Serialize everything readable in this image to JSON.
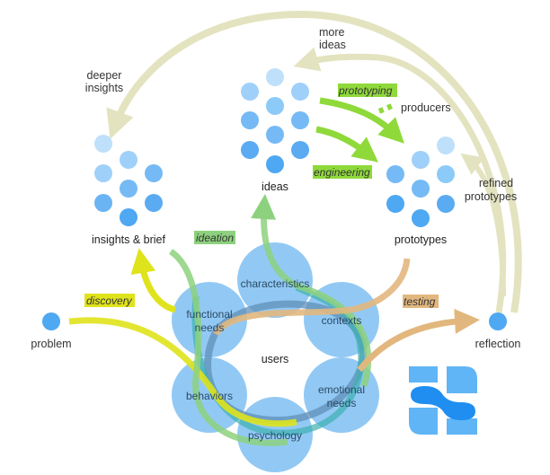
{
  "title": "Design process diagram",
  "colors": {
    "dot_light": "#bfe0fb",
    "dot_mid": "#8ccaf8",
    "dot_dark": "#4ea8f2",
    "user_circle": "#7fbff2",
    "feedback_arc": "#e3e3c0",
    "discovery": "#dfe31b",
    "ideation": "#8dd17e",
    "prototyping": "#8fd93a",
    "testing": "#e2b77e",
    "ring_blue": "#5f8fb8",
    "ring_teal": "#3fb0b0",
    "logo_light": "#5fb5f5",
    "logo_dark": "#1f8ef0"
  },
  "nodes": {
    "problem": "problem",
    "insights": "insights & brief",
    "ideas": "ideas",
    "prototypes": "prototypes",
    "reflection": "reflection",
    "producers": "producers"
  },
  "feedback_labels": {
    "deeper_insights": [
      "deeper",
      "insights"
    ],
    "more_ideas": [
      "more",
      "ideas"
    ],
    "refined_prototypes": [
      "refined",
      "prototypes"
    ]
  },
  "process_tags": {
    "discovery": "discovery",
    "ideation": "ideation",
    "prototyping": "prototyping",
    "engineering": "engineering",
    "testing": "testing"
  },
  "users": {
    "center": "users",
    "facets": [
      [
        "characteristics"
      ],
      [
        "contexts"
      ],
      [
        "emotional",
        "needs"
      ],
      [
        "psychology"
      ],
      [
        "behaviors"
      ],
      [
        "functional",
        "needs"
      ]
    ]
  },
  "logo": "SS logo"
}
